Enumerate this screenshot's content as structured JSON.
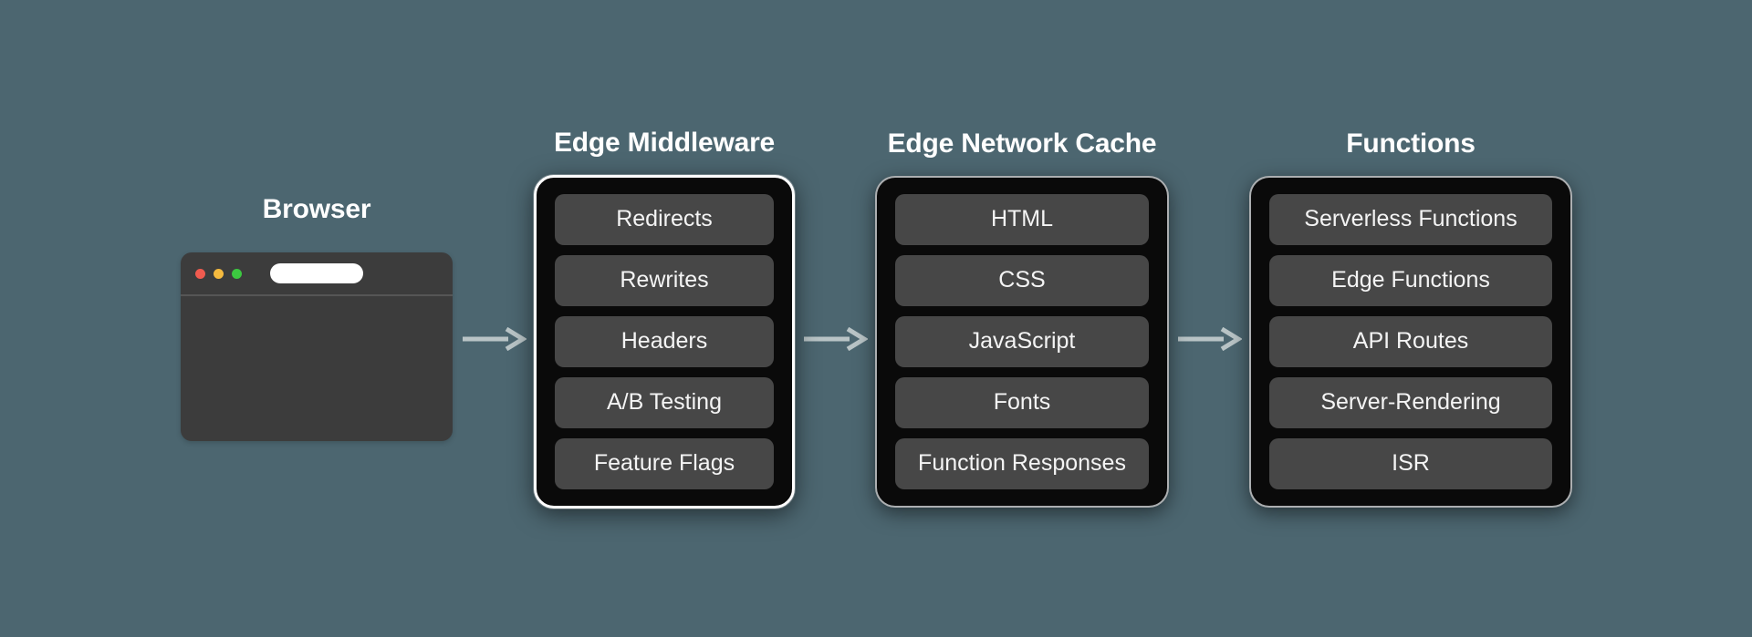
{
  "background_color": "#4c6670",
  "panel_background_color": "#0a0a0a",
  "pill_color": "#474747",
  "highlight_border_color": "#ffffff",
  "browser": {
    "title": "Browser",
    "traffic_lights": [
      {
        "name": "close-dot",
        "color": "#f05b4f"
      },
      {
        "name": "minimize-dot",
        "color": "#f5ba3f"
      },
      {
        "name": "maximize-dot",
        "color": "#3cc840"
      }
    ],
    "url_bar_value": ""
  },
  "arrows": [
    {
      "name": "arrow-browser-to-middleware",
      "direction": "right"
    },
    {
      "name": "arrow-middleware-to-cache",
      "direction": "right"
    },
    {
      "name": "arrow-cache-to-functions",
      "direction": "right"
    }
  ],
  "stages": [
    {
      "id": "edge-middleware",
      "title": "Edge Middleware",
      "highlighted": true,
      "items": [
        "Redirects",
        "Rewrites",
        "Headers",
        "A/B Testing",
        "Feature Flags"
      ]
    },
    {
      "id": "edge-network-cache",
      "title": "Edge Network Cache",
      "highlighted": false,
      "items": [
        "HTML",
        "CSS",
        "JavaScript",
        "Fonts",
        "Function Responses"
      ]
    },
    {
      "id": "functions",
      "title": "Functions",
      "highlighted": false,
      "items": [
        "Serverless Functions",
        "Edge Functions",
        "API Routes",
        "Server-Rendering",
        "ISR"
      ]
    }
  ]
}
